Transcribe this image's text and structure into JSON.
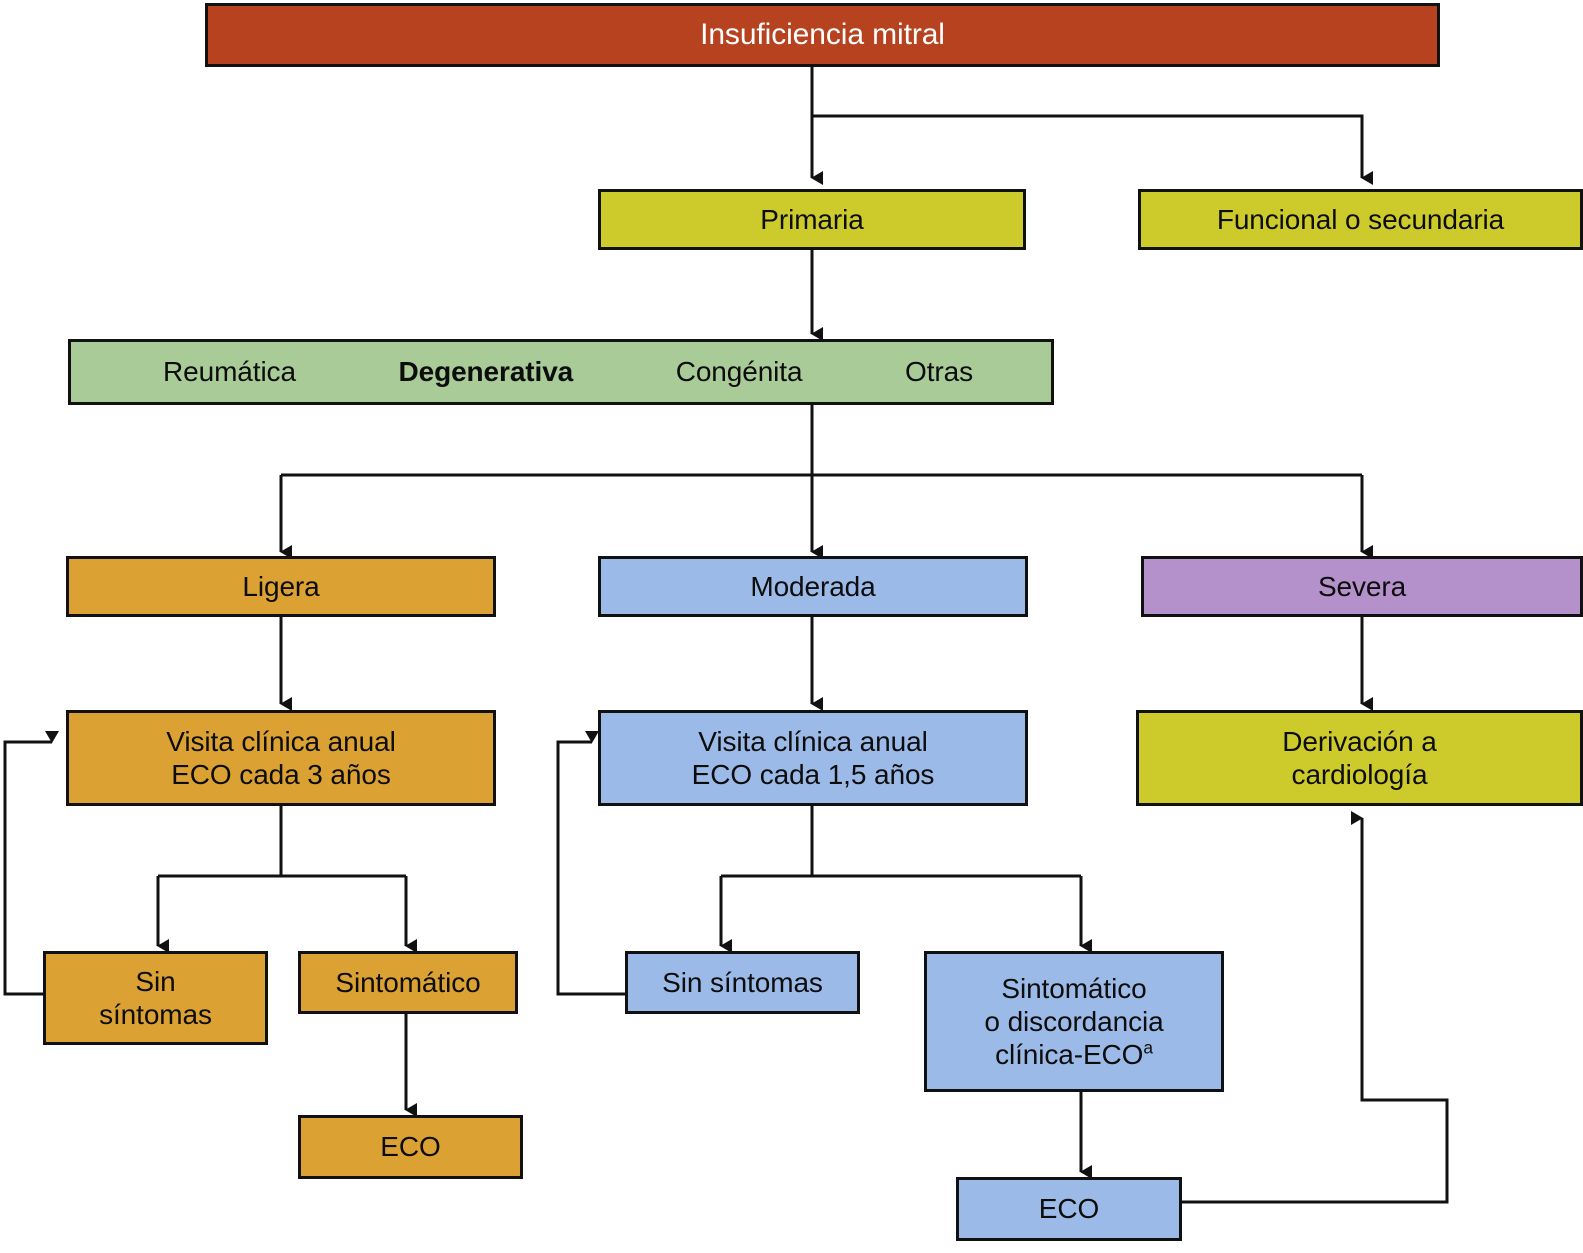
{
  "diagram": {
    "title_node": {
      "label": "Insuficiencia mitral"
    },
    "etiology_node": {
      "items": [
        {
          "label": "Reumática",
          "bold": false
        },
        {
          "label": "Degenerativa",
          "bold": true
        },
        {
          "label": "Congénita",
          "bold": false
        },
        {
          "label": "Otras",
          "bold": false
        }
      ]
    },
    "nodes": {
      "primaria": "Primaria",
      "funcional": "Funcional o secundaria",
      "ligera": "Ligera",
      "moderada": "Moderada",
      "severa": "Severa",
      "seguimiento_ligera_l1": "Visita clínica anual",
      "seguimiento_ligera_l2": "ECO cada 3 años",
      "seguimiento_moderada_l1": "Visita clínica anual",
      "seguimiento_moderada_l2": "ECO cada 1,5 años",
      "derivacion_l1": "Derivación a",
      "derivacion_l2": "cardiología",
      "ligera_sin_sintomas_l1": "Sin",
      "ligera_sin_sintomas_l2": "síntomas",
      "ligera_sintomatico": "Sintomático",
      "ligera_eco": "ECO",
      "moderada_sin_sintomas": "Sin síntomas",
      "moderada_sintomatico_l1": "Sintomático",
      "moderada_sintomatico_l2": "o discordancia",
      "moderada_sintomatico_l3": "clínica-ECO",
      "moderada_sintomatico_sup": "a",
      "moderada_eco": "ECO"
    },
    "colors": {
      "title": "#b7421f",
      "yellow": "#cccb2b",
      "green": "#a8cb98",
      "orange": "#dba233",
      "blue": "#9cbae8",
      "purple": "#b491ca",
      "stroke": "#111111",
      "background": "#ffffff"
    }
  }
}
